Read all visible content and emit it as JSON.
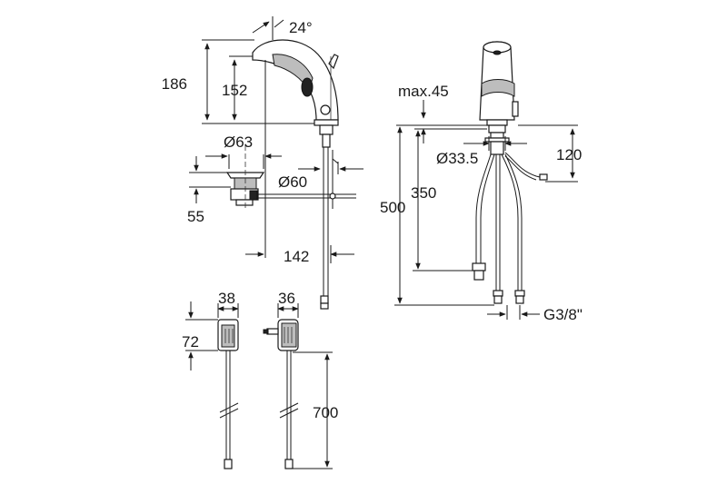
{
  "labels": {
    "angle": "24°",
    "h186": "186",
    "h152": "152",
    "d63": "Ø63",
    "d60": "Ø60",
    "h55": "55",
    "w142": "142",
    "max45": "max.45",
    "h500": "500",
    "h350": "350",
    "d33_5": "Ø33.5",
    "h120": "120",
    "thread": "G3/8\"",
    "w38": "38",
    "w36": "36",
    "h72": "72",
    "l700": "700"
  },
  "colors": {
    "line": "#1a1a1a",
    "shade": "#bdbdbd",
    "background": "#ffffff"
  }
}
